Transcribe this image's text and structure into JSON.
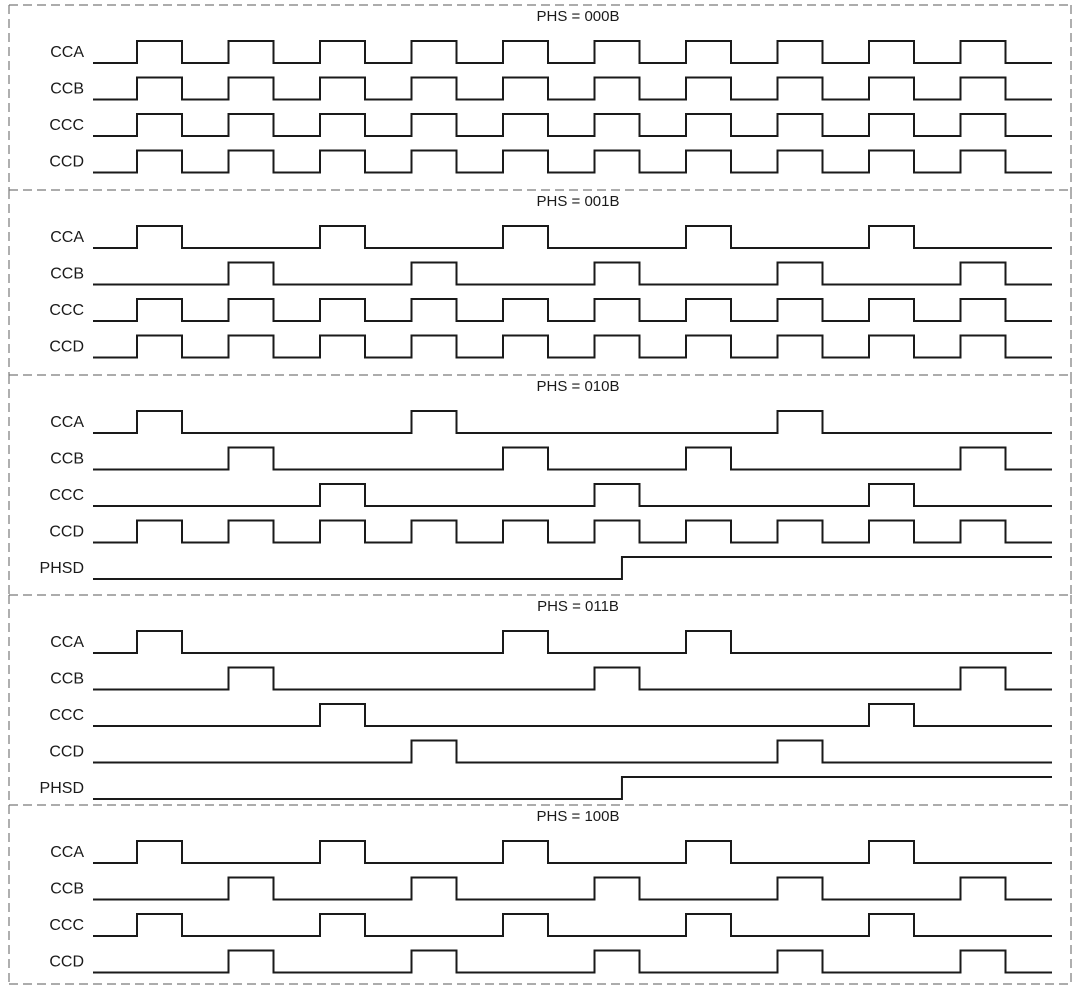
{
  "panels": [
    {
      "title": "PHS = 000B",
      "signals": [
        {
          "name": "CCA",
          "pulses": [
            0,
            1,
            2,
            3,
            4,
            5,
            6,
            7,
            8,
            9
          ]
        },
        {
          "name": "CCB",
          "pulses": [
            0,
            1,
            2,
            3,
            4,
            5,
            6,
            7,
            8,
            9
          ]
        },
        {
          "name": "CCC",
          "pulses": [
            0,
            1,
            2,
            3,
            4,
            5,
            6,
            7,
            8,
            9
          ]
        },
        {
          "name": "CCD",
          "pulses": [
            0,
            1,
            2,
            3,
            4,
            5,
            6,
            7,
            8,
            9
          ]
        }
      ]
    },
    {
      "title": "PHS = 001B",
      "signals": [
        {
          "name": "CCA",
          "pulses": [
            0,
            2,
            4,
            6,
            8
          ]
        },
        {
          "name": "CCB",
          "pulses": [
            1,
            3,
            5,
            7,
            9
          ]
        },
        {
          "name": "CCC",
          "pulses": [
            0,
            1,
            2,
            3,
            4,
            5,
            6,
            7,
            8,
            9
          ]
        },
        {
          "name": "CCD",
          "pulses": [
            0,
            1,
            2,
            3,
            4,
            5,
            6,
            7,
            8,
            9
          ]
        }
      ]
    },
    {
      "title": "PHS = 010B",
      "signals": [
        {
          "name": "CCA",
          "pulses": [
            0,
            3,
            7
          ]
        },
        {
          "name": "CCB",
          "pulses": [
            1,
            4,
            6,
            9
          ]
        },
        {
          "name": "CCC",
          "pulses": [
            2,
            5,
            8
          ]
        },
        {
          "name": "CCD",
          "pulses": [
            0,
            1,
            2,
            3,
            4,
            5,
            6,
            7,
            8,
            9
          ]
        },
        {
          "name": "PHSD",
          "step_at": 5.3
        }
      ]
    },
    {
      "title": "PHS = 011B",
      "signals": [
        {
          "name": "CCA",
          "pulses": [
            0,
            4,
            6
          ]
        },
        {
          "name": "CCB",
          "pulses": [
            1,
            5,
            9
          ]
        },
        {
          "name": "CCC",
          "pulses": [
            2,
            8
          ]
        },
        {
          "name": "CCD",
          "pulses": [
            3,
            7
          ]
        },
        {
          "name": "PHSD",
          "step_at": 5.3
        }
      ]
    },
    {
      "title": "PHS = 100B",
      "signals": [
        {
          "name": "CCA",
          "pulses": [
            0,
            2,
            4,
            6,
            8
          ]
        },
        {
          "name": "CCB",
          "pulses": [
            1,
            3,
            5,
            7,
            9
          ]
        },
        {
          "name": "CCC",
          "pulses": [
            0,
            2,
            4,
            6,
            8
          ]
        },
        {
          "name": "CCD",
          "pulses": [
            1,
            3,
            5,
            7,
            9
          ]
        }
      ]
    }
  ]
}
